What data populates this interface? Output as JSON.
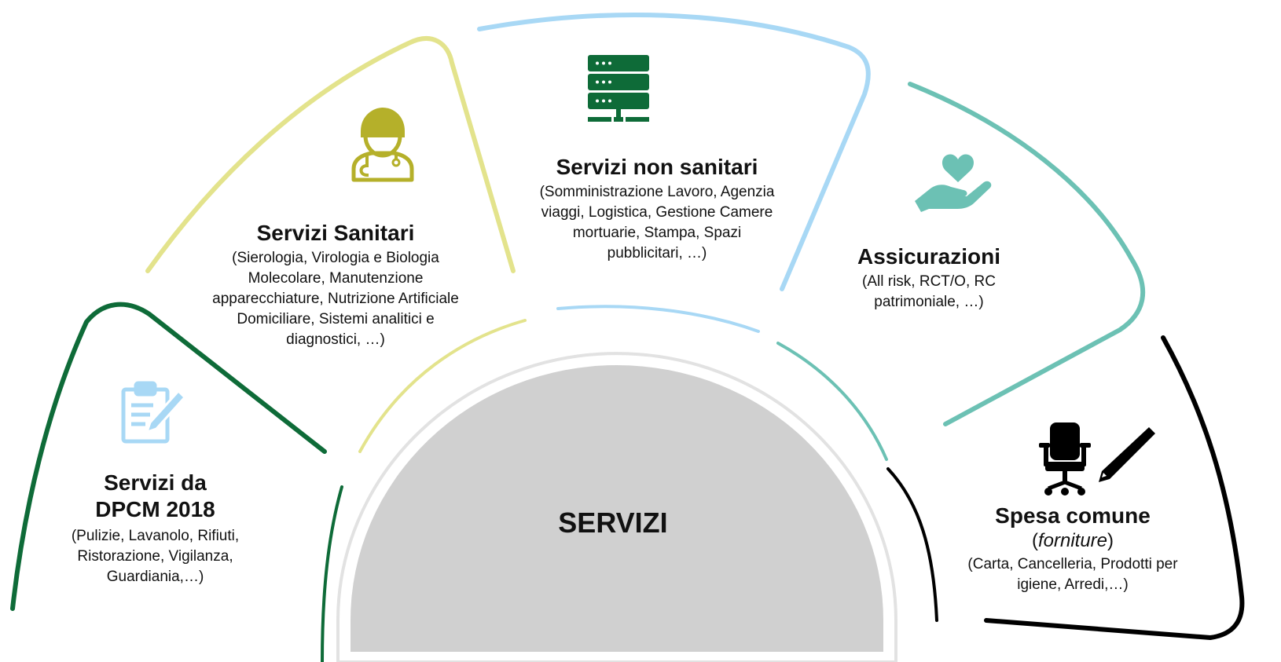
{
  "center": {
    "label": "SERVIZI"
  },
  "segments": [
    {
      "id": "dpcm",
      "title_line1": "Servizi da",
      "title_line2": "DPCM 2018",
      "description": "(Pulizie, Lavanolo, Rifiuti, Ristorazione, Vigilanza, Guardiania,…)",
      "icon": "clipboard-icon",
      "color": "#0e6b38"
    },
    {
      "id": "sanitari",
      "title": "Servizi Sanitari",
      "description": "(Sierologia, Virologia e Biologia Molecolare, Manutenzione apparecchiature, Nutrizione Artificiale Domiciliare, Sistemi analitici e diagnostici, …)",
      "icon": "doctor-icon",
      "color": "#e3e38c"
    },
    {
      "id": "non-sanitari",
      "title": "Servizi non sanitari",
      "description": "(Somministrazione Lavoro, Agenzia viaggi, Logistica, Gestione Camere mortuarie, Stampa, Spazi pubblicitari, …)",
      "icon": "server-icon",
      "color": "#a8d8f5"
    },
    {
      "id": "assicurazioni",
      "title": "Assicurazioni",
      "description": "(All risk, RCT/O, RC patrimoniale, …)",
      "icon": "heart-hand-icon",
      "color": "#6cc1b4"
    },
    {
      "id": "spesa-comune",
      "title": "Spesa comune",
      "subtitle_open": "(",
      "subtitle_em": "forniture",
      "subtitle_close": ")",
      "description": "(Carta, Cancelleria, Prodotti per igiene, Arredi,…)",
      "icon": "chair-pencil-icon",
      "color": "#000000"
    }
  ],
  "colors": {
    "center_fill": "#d0d0d0",
    "center_outline": "#e2e2e2",
    "server_icon": "#0e6b38",
    "doctor_icon": "#b5b02a",
    "clipboard_icon": "#a8d8f5",
    "heart_icon": "#6cc1b4"
  }
}
